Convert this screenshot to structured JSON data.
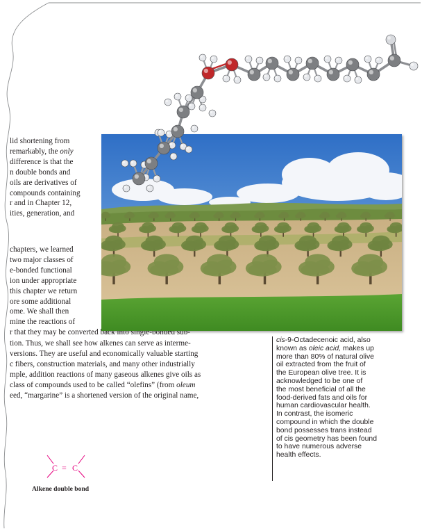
{
  "paragraph_a": [
    "lid shortening from",
    "remarkably, the ",
    "only",
    "difference is that the",
    "n double bonds and",
    "oils are derivatives of",
    "compounds containing",
    "r and in Chapter 12,",
    "ities, generation, and"
  ],
  "paragraph_b": [
    "chapters, we learned",
    "two major classes of",
    "e-bonded functional",
    "ion under appropriate",
    "this chapter we return",
    "ore some additional",
    "ome. We shall then",
    "mine the reactions of",
    "r that they may be converted back into single-bonded sub-"
  ],
  "paragraph_c": [
    "tion. Thus, we shall see how alkenes can serve as interme-",
    "versions. They are useful and economically valuable starting",
    "c fibers, construction materials, and many other industrially",
    "mple, addition reactions of many gaseous alkenes give oils as",
    "class of compounds used to be called “olefins” (from ",
    "oleum",
    "eed, “margarine” is a shortened version of the original name,"
  ],
  "caption": {
    "lines": [
      "cis",
      "-9-Octadecenoic acid, also",
      "known as ",
      "oleic acid,",
      " makes up",
      "more than 80% of natural olive",
      "oil extracted from the fruit of",
      "the European olive tree. It is",
      "acknowledged to be one of",
      "the most beneficial of all the",
      "food-derived fats and oils for",
      "human cardiovascular health.",
      "In contrast, the isomeric",
      "compound in which the double",
      "bond possesses trans instead",
      "of cis geometry has been found",
      "to have numerous adverse",
      "health effects."
    ]
  },
  "figure": {
    "structure_atom_left": "C",
    "structure_bond": "=",
    "structure_atom_right": "C",
    "label": "Alkene double bond"
  },
  "colors": {
    "alkene_magenta": "#e5007e",
    "oxygen_red": "#c0282a",
    "carbon_gray": "#7d7f82",
    "hydrogen_white": "#e6e8ec",
    "sky_blue": "#3f7fd0",
    "grass_green": "#4f9a2c"
  }
}
